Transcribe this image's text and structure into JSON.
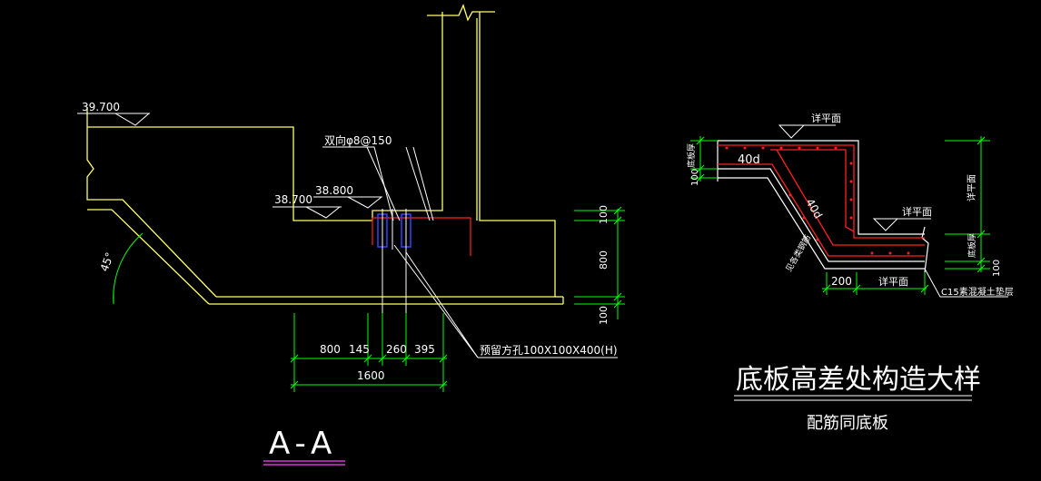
{
  "colors": {
    "background": "#000000",
    "concrete_line": "#ffff66",
    "dimension": "#00ff00",
    "rebar": "#ff2020",
    "anchor_bolt": "#3344ff",
    "text": "#ffffff",
    "level_mark": "#ffffff",
    "underline_magenta": "#ff44ff"
  },
  "section_aa": {
    "title": "A-A",
    "level_top": "39.700",
    "level_step_a": "38.700",
    "level_step_b": "38.800",
    "rebar_note": "双向φ8@150",
    "hole_note": "预留方孔100X100X400(H)",
    "angle_label": "45°",
    "dims_horizontal": [
      "800",
      "145",
      "260",
      "395"
    ],
    "dim_total": "1600",
    "dims_vertical": [
      "100",
      "800",
      "100"
    ]
  },
  "detail": {
    "title": "底板高差处构造大样",
    "subtitle": "配筋同底板",
    "label_top": "详平面",
    "label_mid": "详平面",
    "label_bottom": "详平面",
    "label_right_vertical": "详平面",
    "label_slab_thickness_left": "底板厚",
    "label_slab_thickness_right": "底板厚",
    "anchor_len": "40d",
    "anchor_len_diag": "40d",
    "dim_left": "100",
    "dim_bottom": "200",
    "dim_right": "100",
    "label_rebar_diag": "见各类钢筋",
    "label_c15": "C15素混凝土垫层"
  }
}
